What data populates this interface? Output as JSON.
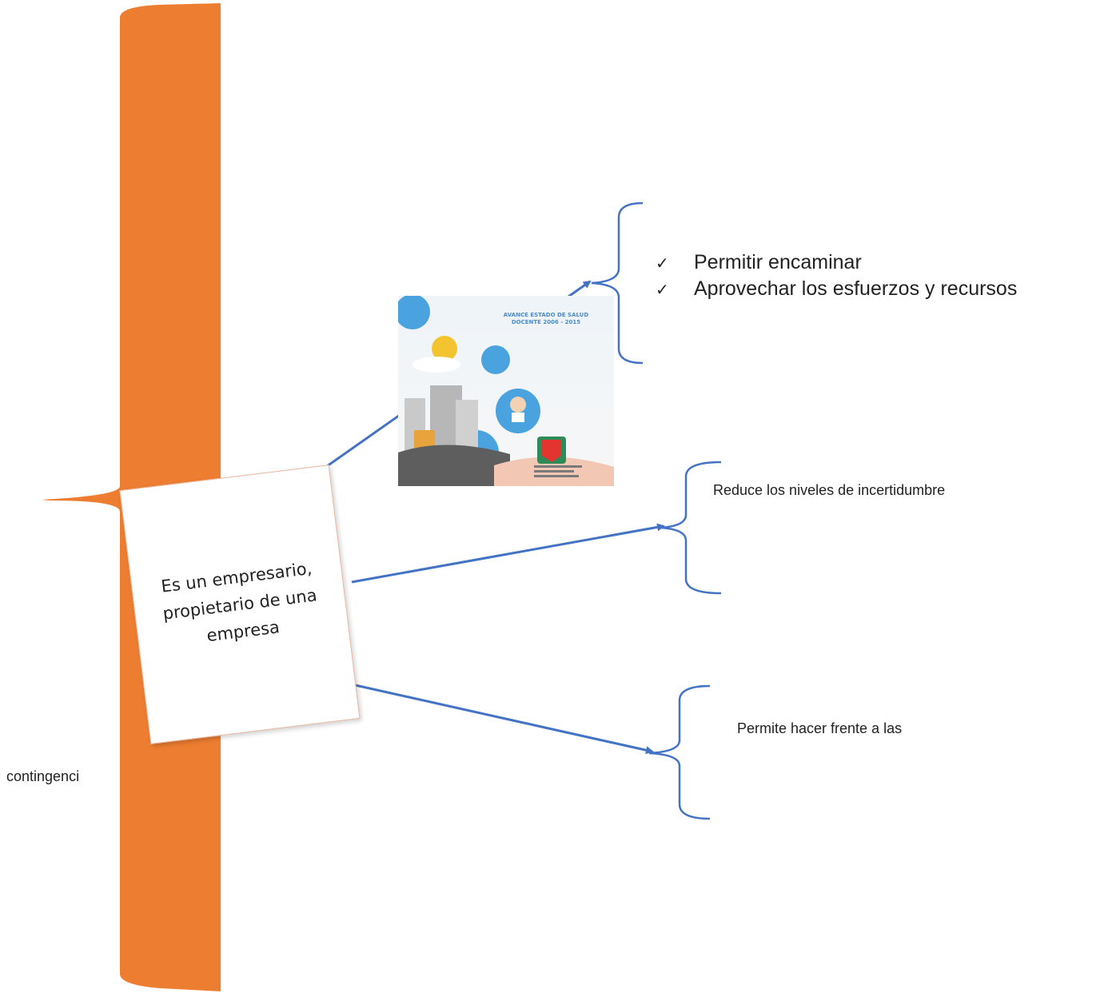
{
  "central_node": {
    "text": "Es un empresario, propietario de una empresa"
  },
  "branch_1": {
    "items": [
      "Permitir encaminar",
      "Aprovechar  los esfuerzos y recursos"
    ]
  },
  "branch_2": {
    "text": "Reduce los niveles de incertidumbre"
  },
  "branch_3": {
    "text": "Permite hacer frente a las"
  },
  "overflow_text": {
    "text": "contingenci"
  },
  "poster": {
    "title_line1": "AVANCE ESTADO DE SALUD",
    "title_line2": "DOCENTE 2006 - 2015"
  },
  "colors": {
    "trunk": "#ed7d31",
    "connector": "#4472c4",
    "bracket": "#4472c4"
  },
  "icons": {
    "check": "check-mark-icon"
  }
}
